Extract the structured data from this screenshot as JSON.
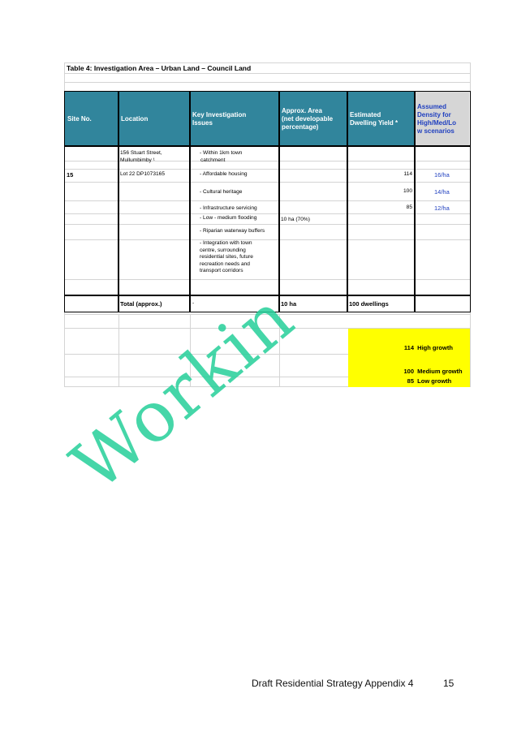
{
  "table_title": "Table 4: Investigation Area – Urban Land – Council Land",
  "headers": {
    "site_no": "Site No.",
    "location": "Location",
    "key_issues": [
      "Key Investigation",
      "Issues"
    ],
    "area": [
      "Approx. Area",
      "(net developable",
      "percentage)"
    ],
    "yield": [
      "Estimated",
      "Dwelling Yield *"
    ],
    "density": [
      "Assumed",
      "Density for",
      "High/Med/Lo",
      "w scenarios"
    ]
  },
  "row": {
    "site_no": "15",
    "location_lines": [
      "156 Stuart Street,",
      "Mullumbimby ¹",
      "Lot 22 DP1073165"
    ],
    "issues": [
      [
        "-  Within 1km town",
        "catchment"
      ],
      [
        "-  Affordable housing"
      ],
      [
        "-  Cultural heritage"
      ],
      [
        "-  Infrastructure servicing"
      ],
      [
        "-  Low - medium flooding"
      ],
      [
        "-  Riparian waterway buffers"
      ],
      [
        "-  Integration with town",
        "centre, surrounding",
        "residential sites, future",
        "recreation needs and",
        "transport corridors"
      ]
    ],
    "area": "10 ha (70%)",
    "yields": [
      "114",
      "100",
      "85"
    ],
    "densities": [
      "16/ha",
      "14/ha",
      "12/ha"
    ]
  },
  "total": {
    "label": "Total (approx.)",
    "issues": "-",
    "area": "10 ha",
    "yield": "100 dwellings"
  },
  "scenarios": [
    {
      "value": "114",
      "label": "High growth"
    },
    {
      "value": "100",
      "label": "Medium growth"
    },
    {
      "value": "85",
      "label": "Low growth"
    }
  ],
  "watermark": "Workin",
  "footer": {
    "text": "Draft Residential Strategy Appendix 4",
    "page": "15"
  }
}
